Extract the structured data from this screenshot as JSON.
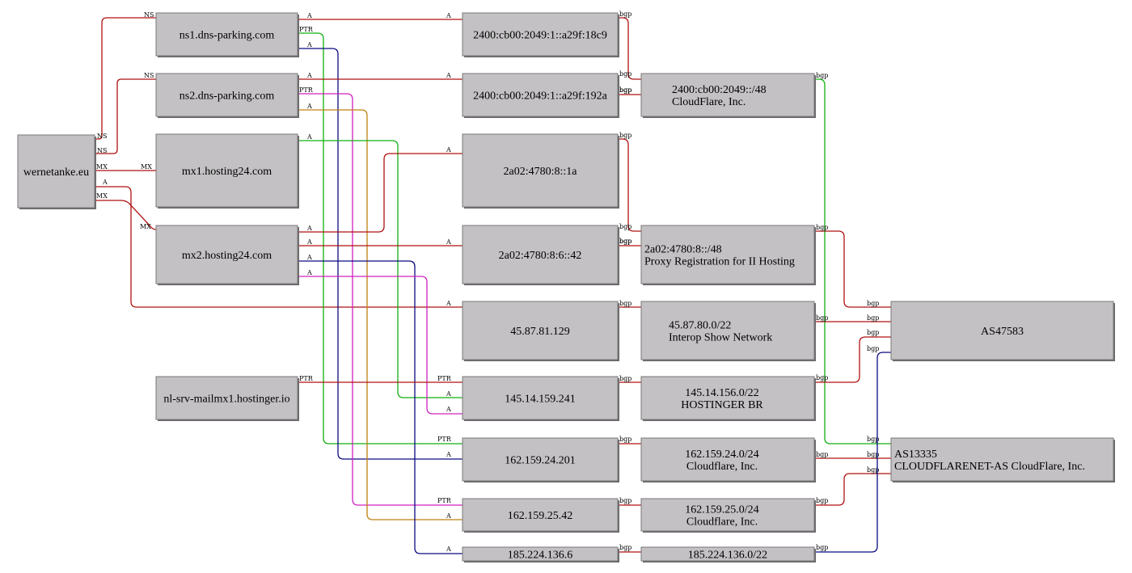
{
  "colors": {
    "red": "#b01010",
    "green": "#10b010",
    "navy": "#0a0a80",
    "magenta": "#d020c0",
    "orange": "#c08010",
    "node_fill": "#c3c1c3"
  },
  "nodes": [
    {
      "id": "wernetanke",
      "lines": [
        "wernetanke.eu"
      ]
    },
    {
      "id": "ns1",
      "lines": [
        "ns1.dns-parking.com"
      ]
    },
    {
      "id": "ns2",
      "lines": [
        "ns2.dns-parking.com"
      ]
    },
    {
      "id": "mx1",
      "lines": [
        "mx1.hosting24.com"
      ]
    },
    {
      "id": "mx2",
      "lines": [
        "mx2.hosting24.com"
      ]
    },
    {
      "id": "nlsrv",
      "lines": [
        "nl-srv-mailmx1.hostinger.io"
      ]
    },
    {
      "id": "ip6a",
      "lines": [
        "2400:cb00:2049:1::a29f:18c9"
      ]
    },
    {
      "id": "ip6b",
      "lines": [
        "2400:cb00:2049:1::a29f:192a"
      ]
    },
    {
      "id": "ip6c",
      "lines": [
        "2a02:4780:8::1a"
      ]
    },
    {
      "id": "ip6d",
      "lines": [
        "2a02:4780:8:6::42"
      ]
    },
    {
      "id": "ip4a",
      "lines": [
        "45.87.81.129"
      ]
    },
    {
      "id": "ip4b",
      "lines": [
        "145.14.159.241"
      ]
    },
    {
      "id": "ip4c",
      "lines": [
        "162.159.24.201"
      ]
    },
    {
      "id": "ip4d",
      "lines": [
        "162.159.25.42"
      ]
    },
    {
      "id": "ip4e",
      "lines": [
        "185.224.136.6"
      ]
    },
    {
      "id": "net6a",
      "lines": [
        "2400:cb00:2049::/48",
        "CloudFlare, Inc."
      ]
    },
    {
      "id": "net6b",
      "lines": [
        "2a02:4780:8::/48",
        "Proxy Registration for II Hosting"
      ]
    },
    {
      "id": "net4a",
      "lines": [
        "45.87.80.0/22",
        "Interop Show Network"
      ]
    },
    {
      "id": "net4b",
      "lines": [
        "145.14.156.0/22",
        "HOSTINGER BR"
      ]
    },
    {
      "id": "net4c",
      "lines": [
        "162.159.24.0/24",
        "Cloudflare, Inc."
      ]
    },
    {
      "id": "net4d",
      "lines": [
        "162.159.25.0/24",
        "Cloudflare, Inc."
      ]
    },
    {
      "id": "net4e",
      "lines": [
        "185.224.136.0/22"
      ]
    },
    {
      "id": "as47583",
      "lines": [
        "AS47583"
      ]
    },
    {
      "id": "as13335",
      "lines": [
        "AS13335",
        "CLOUDFLARENET-AS CloudFlare, Inc."
      ]
    }
  ],
  "edges": [
    {
      "id": "e-wt-ns1",
      "color": "red",
      "labels": [
        "NS",
        "NS"
      ]
    },
    {
      "id": "e-wt-ns2",
      "color": "red",
      "labels": [
        "NS",
        "NS"
      ]
    },
    {
      "id": "e-wt-mx1",
      "color": "red",
      "labels": [
        "MX",
        "MX"
      ]
    },
    {
      "id": "e-wt-mx2",
      "color": "red",
      "labels": [
        "MX",
        "MX"
      ]
    },
    {
      "id": "e-wt-ip4a",
      "color": "red",
      "labels": [
        "A",
        "A"
      ]
    },
    {
      "id": "e-ns1-ip6a",
      "color": "red",
      "labels": [
        "A",
        "A"
      ]
    },
    {
      "id": "e-ns1-ip4c",
      "color": "green",
      "labels": [
        "PTR",
        "PTR"
      ]
    },
    {
      "id": "e-ns1-ip4c-a",
      "color": "navy",
      "labels": [
        "A",
        "A"
      ]
    },
    {
      "id": "e-ns2-ip6b",
      "color": "red",
      "labels": [
        "A",
        "A"
      ]
    },
    {
      "id": "e-ns2-ip4d",
      "color": "magenta",
      "labels": [
        "PTR",
        "PTR"
      ]
    },
    {
      "id": "e-ns2-ip4d-a",
      "color": "orange",
      "labels": [
        "A",
        "A"
      ]
    },
    {
      "id": "e-mx1-ip4b",
      "color": "green",
      "labels": [
        "A",
        "A"
      ]
    },
    {
      "id": "e-mx2-ip6c",
      "color": "red",
      "labels": [
        "A",
        "A"
      ]
    },
    {
      "id": "e-mx2-ip6d",
      "color": "red",
      "labels": [
        "A",
        "A"
      ]
    },
    {
      "id": "e-mx2-ip4e",
      "color": "navy",
      "labels": [
        "A",
        "A"
      ]
    },
    {
      "id": "e-mx2-ip4b",
      "color": "magenta",
      "labels": [
        "A",
        "A"
      ]
    },
    {
      "id": "e-nl-ip4b",
      "color": "red",
      "labels": [
        "PTR",
        "PTR"
      ]
    },
    {
      "id": "e-ip6a-net6a",
      "color": "red",
      "labels": [
        "bgp",
        "bgp"
      ]
    },
    {
      "id": "e-ip6b-net6a",
      "color": "red",
      "labels": [
        "bgp",
        "bgp"
      ]
    },
    {
      "id": "e-ip6c-net6b",
      "color": "red",
      "labels": [
        "bgp",
        "bgp"
      ]
    },
    {
      "id": "e-ip6d-net6b",
      "color": "red",
      "labels": [
        "bgp",
        "bgp"
      ]
    },
    {
      "id": "e-ip4a-net4a",
      "color": "red",
      "labels": [
        "bgp",
        ""
      ]
    },
    {
      "id": "e-ip4b-net4b",
      "color": "red",
      "labels": [
        "bgp",
        ""
      ]
    },
    {
      "id": "e-ip4c-net4c",
      "color": "red",
      "labels": [
        "bgp",
        ""
      ]
    },
    {
      "id": "e-ip4d-net4d",
      "color": "red",
      "labels": [
        "bgp",
        ""
      ]
    },
    {
      "id": "e-ip4e-net4e",
      "color": "red",
      "labels": [
        "bgp",
        ""
      ]
    },
    {
      "id": "e-net6a-as13335",
      "color": "green",
      "labels": [
        "bgp",
        "bgp"
      ]
    },
    {
      "id": "e-net6b-as47583",
      "color": "red",
      "labels": [
        "bgp",
        "bgp"
      ]
    },
    {
      "id": "e-net4a-as47583",
      "color": "red",
      "labels": [
        "bgp",
        "bgp"
      ]
    },
    {
      "id": "e-net4b-as47583",
      "color": "red",
      "labels": [
        "bgp",
        "bgp"
      ]
    },
    {
      "id": "e-net4c-as13335",
      "color": "red",
      "labels": [
        "bgp",
        "bgp"
      ]
    },
    {
      "id": "e-net4d-as13335",
      "color": "red",
      "labels": [
        "bgp",
        "bgp"
      ]
    },
    {
      "id": "e-net4e-as47583",
      "color": "navy",
      "labels": [
        "bgp",
        "bgp"
      ]
    }
  ]
}
